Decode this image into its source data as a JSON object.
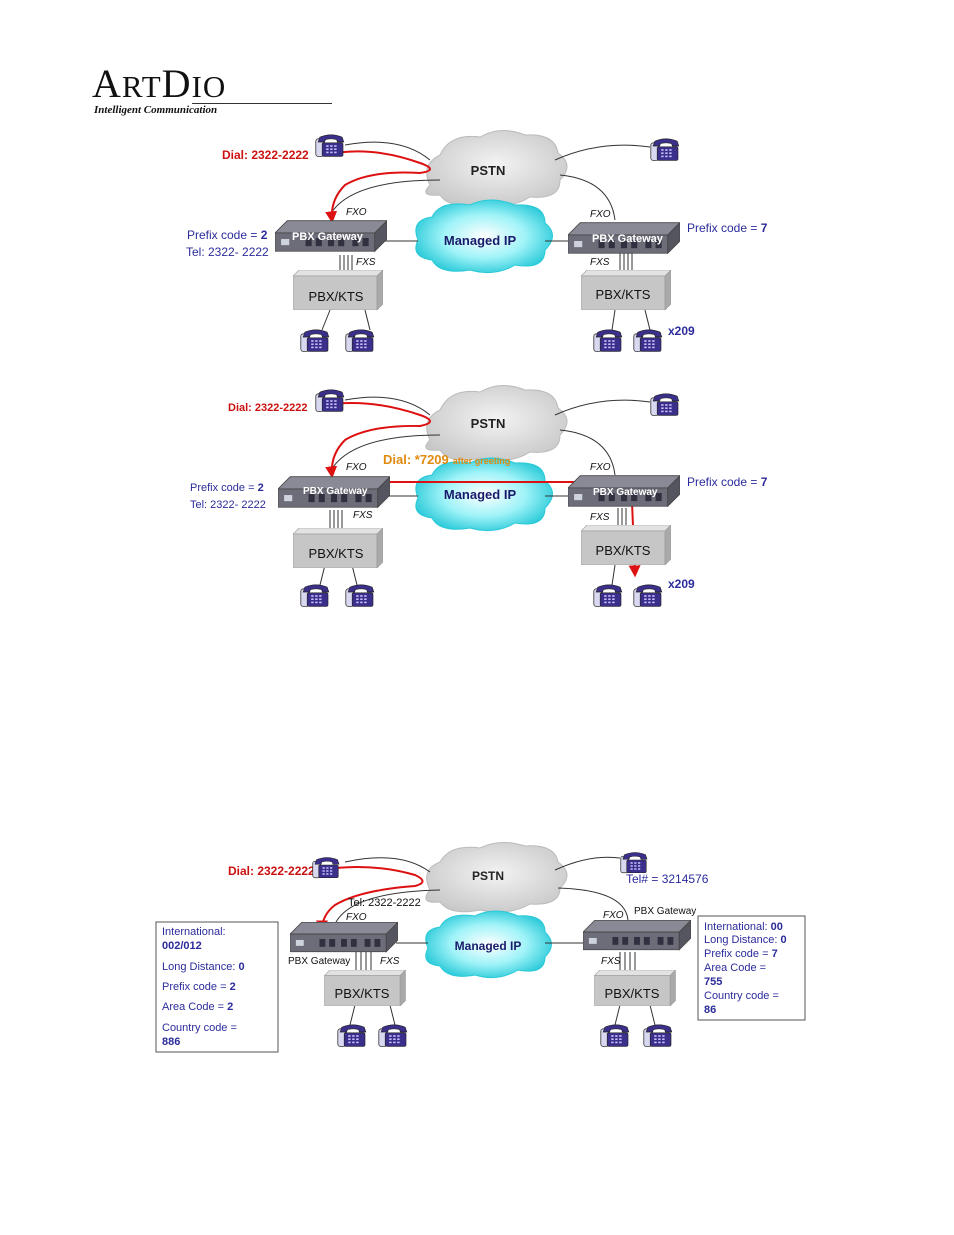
{
  "logo": {
    "brand_prefix": "A",
    "brand_rest": "RT",
    "brand_d": "D",
    "brand_io": "IO",
    "tagline": "Intelligent Communication"
  },
  "diagram1": {
    "dial": "Dial: 2322-2222",
    "pstn": "PSTN",
    "managed_ip": "Managed IP",
    "left_gateway": "PBX Gateway",
    "right_gateway": "PBX Gateway",
    "fxo_left": "FXO",
    "fxs_left": "FXS",
    "fxo_right": "FXO",
    "fxs_right": "FXS",
    "left_prefix_label": "Prefix code = ",
    "left_prefix_value": "2",
    "left_tel": "Tel: 2322- 2222",
    "right_prefix_label": "Prefix code = ",
    "right_prefix_value": "7",
    "pbx_left": "PBX/KTS",
    "pbx_right": "PBX/KTS",
    "ext": "x209"
  },
  "diagram2": {
    "dial": "Dial: 2322-2222",
    "pstn": "PSTN",
    "managed_ip": "Managed IP",
    "second_dial": "Dial: *7209",
    "second_dial_note": "after greeting",
    "left_gateway": "PBX Gateway",
    "right_gateway": "PBX Gateway",
    "fxo_left": "FXO",
    "fxs_left": "FXS",
    "fxo_right": "FXO",
    "fxs_right": "FXS",
    "left_prefix_label": "Prefix code = ",
    "left_prefix_value": "2",
    "left_tel": "Tel: 2322- 2222",
    "right_prefix_label": "Prefix code = ",
    "right_prefix_value": "7",
    "pbx_left": "PBX/KTS",
    "pbx_right": "PBX/KTS",
    "ext": "x209"
  },
  "diagram3": {
    "dial": "Dial: 2322-2222",
    "pstn": "PSTN",
    "managed_ip": "Managed IP",
    "tel_right": "Tel# = 3214576",
    "tel_left": "Tel: 2322-2222",
    "left_gateway": "PBX Gateway",
    "right_gateway": "PBX Gateway",
    "fxo_left": "FXO",
    "fxs_left": "FXS",
    "fxo_right": "FXO",
    "fxs_right": "FXS",
    "pbx_left": "PBX/KTS",
    "pbx_right": "PBX/KTS",
    "left_box": {
      "international_label": "International:",
      "international_value": "002/012",
      "long_distance_label": "Long Distance: ",
      "long_distance_value": "0",
      "prefix_label": "Prefix code = ",
      "prefix_value": "2",
      "area_label": "Area Code =  ",
      "area_value": "2",
      "country_label": "Country code =",
      "country_value": "886"
    },
    "right_box": {
      "international_label": "International: ",
      "international_value": "00",
      "long_distance_label": "Long Distance: ",
      "long_distance_value": "0",
      "prefix_label": "Prefix code = ",
      "prefix_value": "7",
      "area_label": "Area Code =",
      "area_value": "755",
      "country_label": "Country code =",
      "country_value": "86"
    }
  },
  "colors": {
    "dial_red": "#cc1111",
    "label_blue": "#2b2b9b",
    "orange": "#e08a10",
    "cloud_gray": "#d9d9d9",
    "managed_ip_cyan": "#7fe8f0",
    "pbx_box": "#c8c8c8",
    "phone_purple": "#3a2f8a"
  },
  "icons": {
    "phone": "phone-icon",
    "gateway": "gateway-device-icon",
    "cloud": "cloud-icon"
  }
}
